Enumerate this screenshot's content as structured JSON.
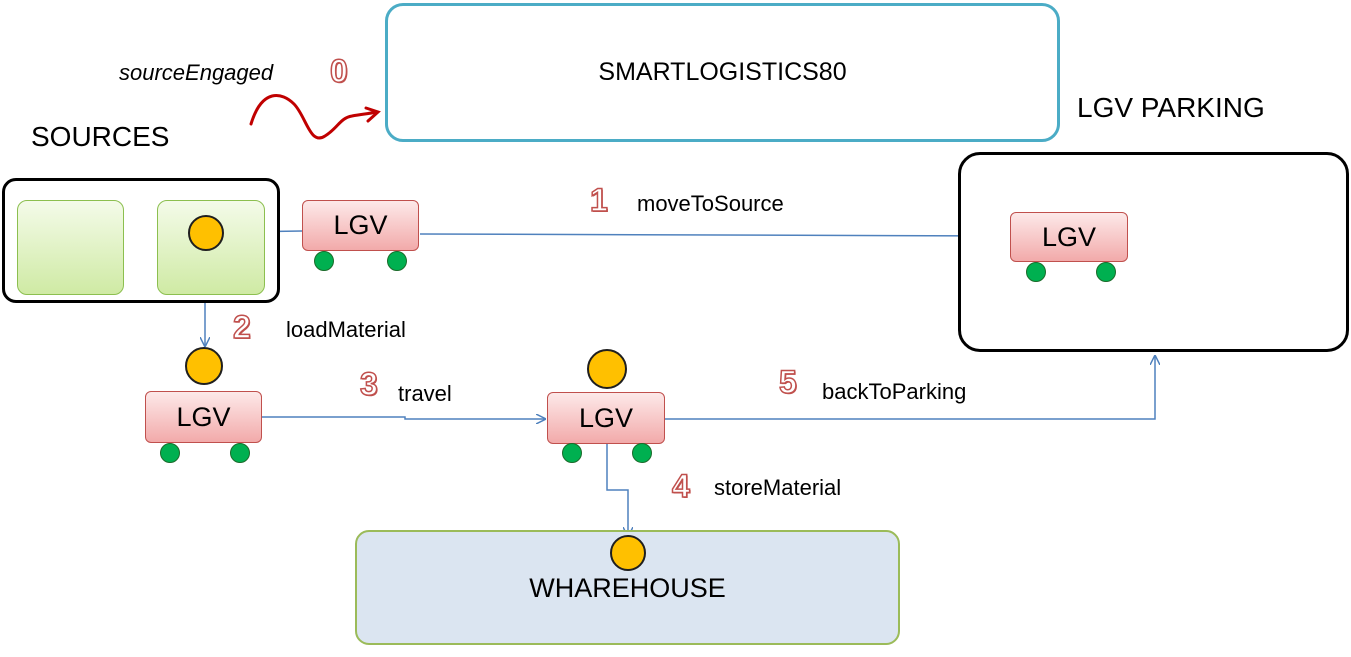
{
  "nodes": {
    "controller": "SMARTLOGISTICS80",
    "parking_title": "LGV PARKING",
    "sources_title": "SOURCES",
    "warehouse": "WHAREHOUSE",
    "lgv": "LGV"
  },
  "steps": [
    {
      "number": "0",
      "label": "sourceEngaged"
    },
    {
      "number": "1",
      "label": "moveToSource"
    },
    {
      "number": "2",
      "label": "loadMaterial"
    },
    {
      "number": "3",
      "label": "travel"
    },
    {
      "number": "4",
      "label": "storeMaterial"
    },
    {
      "number": "5",
      "label": "backToParking"
    }
  ],
  "colors": {
    "controller_border": "#4bacc6",
    "lgv_fill": "#f2aaaa",
    "lgv_border": "#c0504d",
    "wheel": "#00b050",
    "material": "#ffc000",
    "source_slot": "#cfeaa4",
    "warehouse_fill": "#dbe5f1",
    "arrow": "#4f81bd",
    "step_number": "#c0504d",
    "squiggle": "#c00000"
  }
}
